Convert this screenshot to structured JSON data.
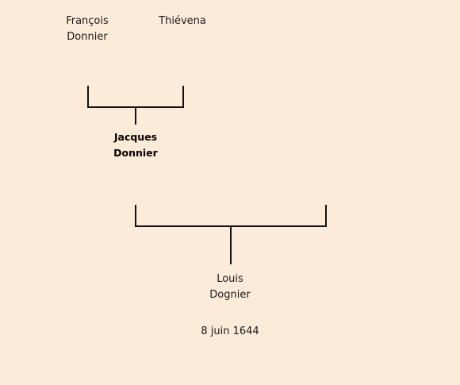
{
  "colors": {
    "background": "#fcebd9",
    "line": "#111111"
  },
  "tree": {
    "grandfather": {
      "first": "François",
      "last": "Donnier"
    },
    "grandmother": {
      "first": "Thiévena"
    },
    "father": {
      "first": "Jacques",
      "last": "Donnier"
    },
    "child": {
      "first": "Louis",
      "last": "Dognier",
      "date": "8 juin 1644"
    }
  }
}
